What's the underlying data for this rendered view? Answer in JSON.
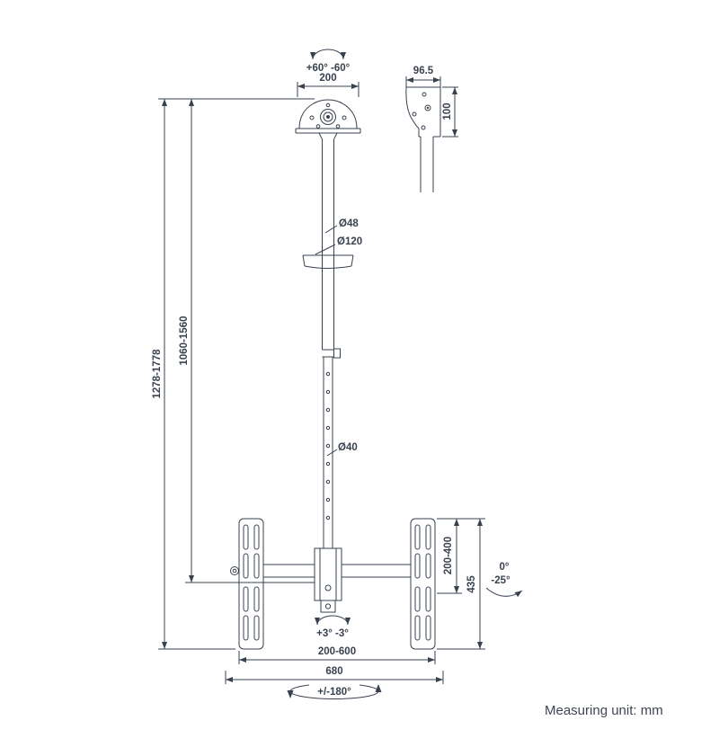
{
  "diagram": {
    "line_color": "#39414f",
    "labels": {
      "swivel_top": "+60° -60°",
      "plate_width": "200",
      "side_depth": "96.5",
      "side_height": "100",
      "upper_pole_diameter": "Ø48",
      "collar_diameter": "Ø120",
      "lower_pole_diameter": "Ø40",
      "total_drop": "1278-1778",
      "pole_drop": "1060-1560",
      "vesa_vertical": "200-400",
      "bracket_height": "435",
      "tilt_line1": "0°",
      "tilt_line2": "-25°",
      "level_adjust": "+3° -3°",
      "vesa_horizontal": "200-600",
      "bracket_width": "680",
      "rotation_range": "+/-180°"
    }
  },
  "footer": {
    "measuring_unit": "Measuring unit: mm"
  }
}
